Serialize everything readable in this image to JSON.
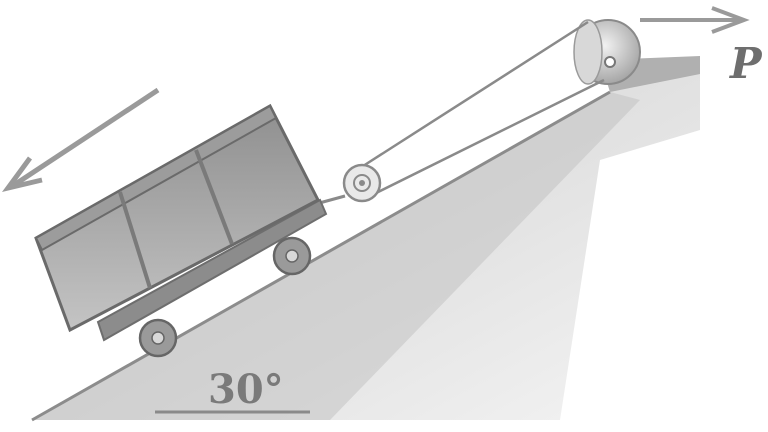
{
  "diagram": {
    "angle_label": "30°",
    "force_label": "P",
    "incline_angle_deg": 30,
    "colors": {
      "incline": "#b9b9b9",
      "incline_edge": "#8c8c8c",
      "cart_body": "#a9a9a9",
      "cart_dark": "#7d7d7d",
      "rope": "#8a8a8a",
      "arrow": "#9a9a9a"
    },
    "icons": {
      "motion_arrow": "arrow-down-left-icon",
      "force_arrow": "arrow-right-icon",
      "fixed_pulley": "pulley-icon",
      "moving_pulley": "pulley-icon"
    }
  }
}
